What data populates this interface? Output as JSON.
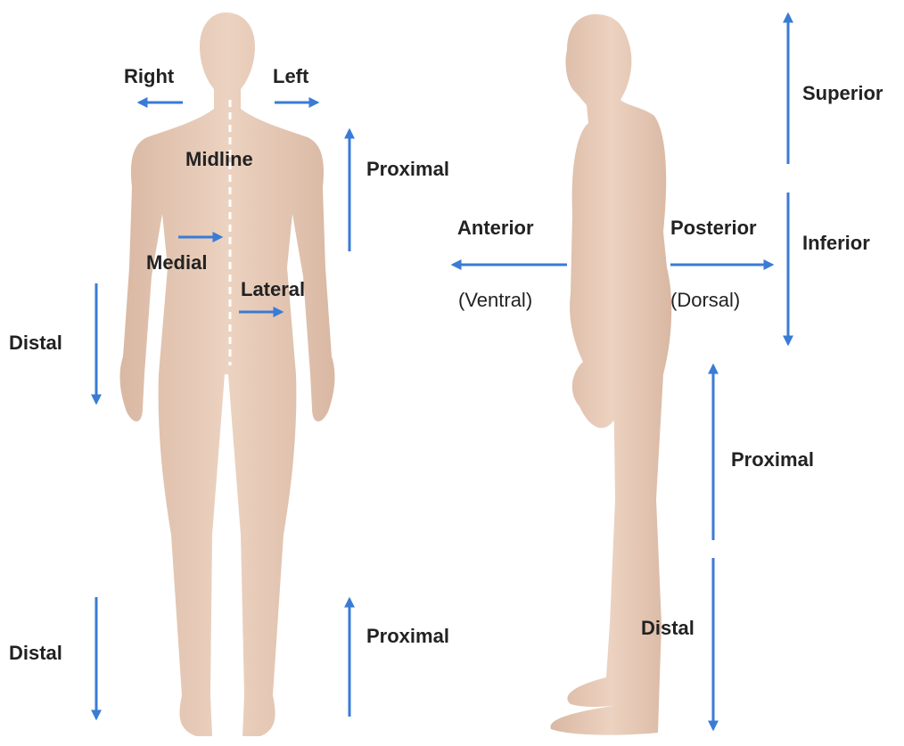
{
  "colors": {
    "arrow": "#3a7bd5",
    "skin": "#e8c9b4",
    "skin_shadow": "#d4ad96",
    "text": "#222222",
    "midline": "#ffffff"
  },
  "figures": {
    "front": {
      "icon": "human-body-front-view"
    },
    "side": {
      "icon": "human-body-side-view"
    }
  },
  "labels": {
    "right": "Right",
    "left": "Left",
    "midline": "Midline",
    "medial": "Medial",
    "lateral": "Lateral",
    "front_proximal_upper": "Proximal",
    "front_distal_upper": "Distal",
    "front_proximal_lower": "Proximal",
    "front_distal_lower": "Distal",
    "anterior": "Anterior",
    "ventral": "(Ventral)",
    "posterior": "Posterior",
    "dorsal": "(Dorsal)",
    "superior": "Superior",
    "inferior": "Inferior",
    "side_proximal": "Proximal",
    "side_distal": "Distal"
  }
}
